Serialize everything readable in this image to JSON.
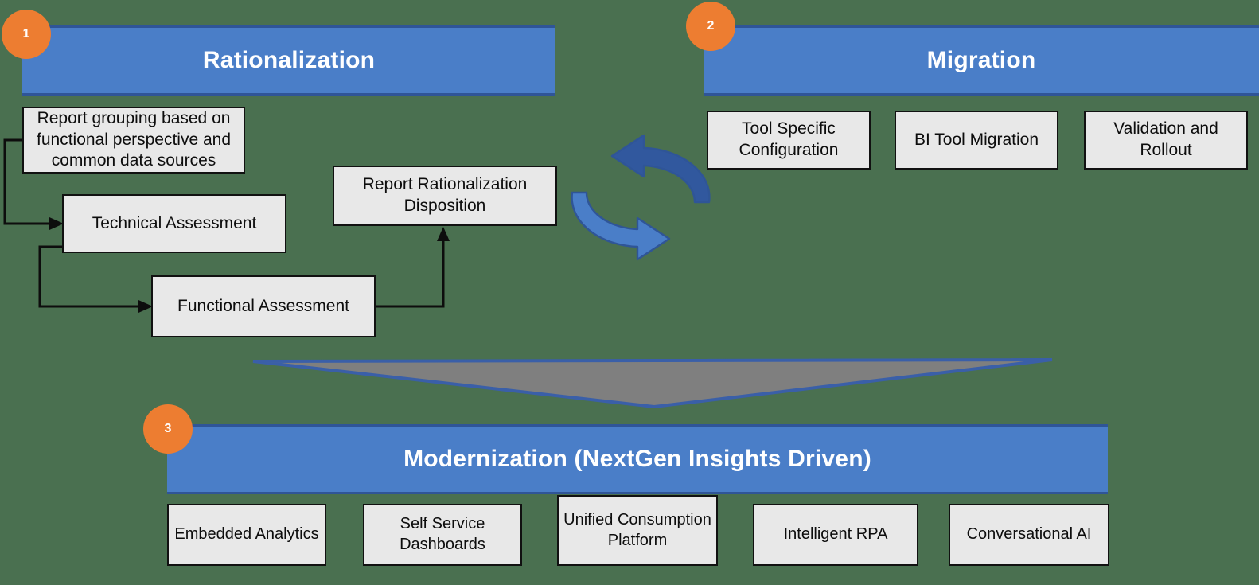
{
  "background_color": "#4a7050",
  "theme": {
    "banner_fill": "#4a7ec8",
    "banner_edge": "#2f5597",
    "badge_fill": "#ed7d31",
    "box_fill": "#e8e8e8",
    "box_border": "#111111",
    "funnel_fill": "#7f7f7f",
    "funnel_stroke": "#3a5fa8",
    "cycle_arrow_color": "#3a62ad"
  },
  "phases": [
    {
      "number": "1",
      "title": "Rationalization",
      "boxes": [
        {
          "label": "Report grouping based on functional perspective and common data sources"
        },
        {
          "label": "Technical Assessment"
        },
        {
          "label": "Functional Assessment"
        },
        {
          "label": "Report Rationalization Disposition"
        }
      ]
    },
    {
      "number": "2",
      "title": "Migration",
      "boxes": [
        {
          "label": "Tool Specific Configuration"
        },
        {
          "label": "BI Tool Migration"
        },
        {
          "label": "Validation and Rollout"
        }
      ]
    },
    {
      "number": "3",
      "title": "Modernization (NextGen Insights Driven)",
      "boxes": [
        {
          "label": "Embedded Analytics"
        },
        {
          "label": "Self Service Dashboards"
        },
        {
          "label": "Unified Consumption Platform"
        },
        {
          "label": "Intelligent RPA"
        },
        {
          "label": "Conversational AI"
        }
      ]
    }
  ],
  "decorations": {
    "cycle_icon_name": "circular-cycle-arrows-icon",
    "funnel_icon_name": "downward-funnel-triangle-icon"
  }
}
